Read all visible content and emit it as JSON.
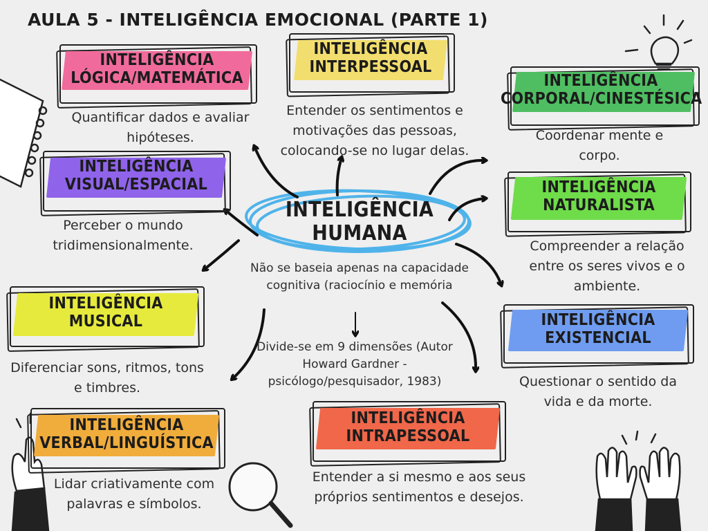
{
  "title": "AULA 5 - INTELIGÊNCIA EMOCIONAL (PARTE 1)",
  "center": {
    "line1": "INTELIGÊNCIA",
    "line2": "HUMANA",
    "note": "Não se baseia apenas na capacidade cognitiva (raciocínio e memória",
    "dimensions": "Divide-se em 9 dimensões (Autor Howard Gardner - psicólogo/pesquisador, 1983)"
  },
  "cards": [
    {
      "id": "logica",
      "line1": "INTELIGÊNCIA",
      "line2": "LÓGICA/MATEMÁTICA",
      "desc": "Quantificar dados e avaliar hipóteses.",
      "color": "#f06b9b"
    },
    {
      "id": "interpessoal",
      "line1": "INTELIGÊNCIA",
      "line2": "INTERPESSOAL",
      "desc": "Entender os sentimentos e motivações das pessoas, colocando-se no lugar delas.",
      "color": "#f2de6e"
    },
    {
      "id": "corporal",
      "line1": "INTELIGÊNCIA",
      "line2": "CORPORAL/CINESTÉSICA",
      "desc": "Coordenar mente e corpo.",
      "color": "#4fbe62"
    },
    {
      "id": "visual",
      "line1": "INTELIGÊNCIA",
      "line2": "VISUAL/ESPACIAL",
      "desc": "Perceber o mundo tridimensionalmente.",
      "color": "#8f63ea"
    },
    {
      "id": "naturalista",
      "line1": "INTELIGÊNCIA",
      "line2": "NATURALISTA",
      "desc": "Compreender a relação entre os seres vivos e o ambiente.",
      "color": "#6fdc4a"
    },
    {
      "id": "musical",
      "line1": "INTELIGÊNCIA",
      "line2": "MUSICAL",
      "desc": "Diferenciar sons, ritmos, tons e timbres.",
      "color": "#e6ea3c"
    },
    {
      "id": "existencial",
      "line1": "INTELIGÊNCIA",
      "line2": "EXISTENCIAL",
      "desc": "Questionar o sentido da vida e da morte.",
      "color": "#6f9cf0"
    },
    {
      "id": "verbal",
      "line1": "INTELIGÊNCIA",
      "line2": "VERBAL/LINGUÍSTICA",
      "desc": "Lidar criativamente com palavras e símbolos.",
      "color": "#f0ad3c"
    },
    {
      "id": "intrapessoal",
      "line1": "INTELIGÊNCIA",
      "line2": "INTRAPESSOAL",
      "desc": "Entender a si mesmo e aos seus próprios sentimentos e desejos.",
      "color": "#f0674a"
    }
  ],
  "icons": [
    "notebook-icon",
    "lightbulb-icon",
    "magnifier-icon",
    "raised-hand-icon",
    "raised-hands-icon"
  ]
}
